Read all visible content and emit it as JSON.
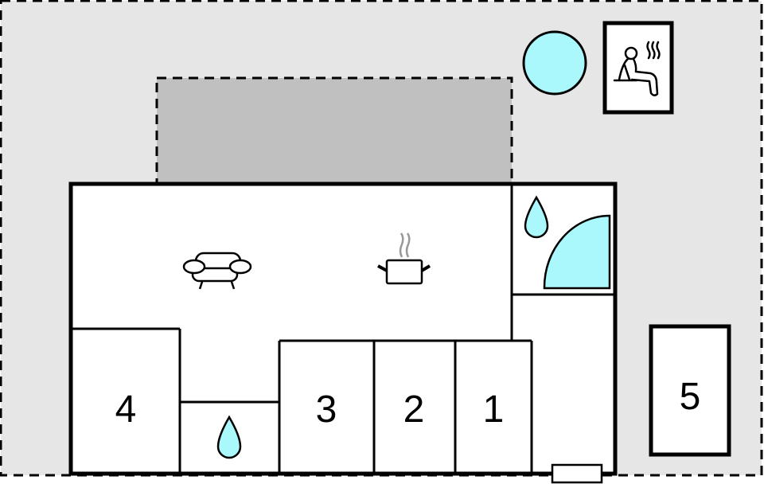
{
  "colors": {
    "plot_fill": "#e6e6e6",
    "terrace_fill": "#c0c0c0",
    "room_fill": "#ffffff",
    "water_fill": "#aaf8fb",
    "line": "#000000",
    "steam": "#999999"
  },
  "plan": {
    "plot": {
      "label": "plot-boundary"
    },
    "terrace": {
      "label": "covered-terrace"
    },
    "rooms": [
      {
        "id": "living-kitchen",
        "icons": [
          "sofa-icon",
          "cooking-pot-icon"
        ]
      },
      {
        "id": "shower-room",
        "icons": [
          "water-drop-icon",
          "shower-quarter-circle-icon"
        ]
      },
      {
        "id": "hallway"
      },
      {
        "id": "bedroom-4",
        "label": "4"
      },
      {
        "id": "bathroom",
        "icons": [
          "water-drop-icon"
        ]
      },
      {
        "id": "bedroom-3",
        "label": "3"
      },
      {
        "id": "bedroom-2",
        "label": "2"
      },
      {
        "id": "bedroom-1",
        "label": "1"
      },
      {
        "id": "annex-5",
        "label": "5"
      }
    ],
    "outdoor": {
      "hot_tub": {
        "icon": "hot-tub-circle-icon"
      },
      "sauna": {
        "icon": "sauna-icon"
      }
    },
    "entrance": {
      "icon": "door-step-icon"
    }
  }
}
